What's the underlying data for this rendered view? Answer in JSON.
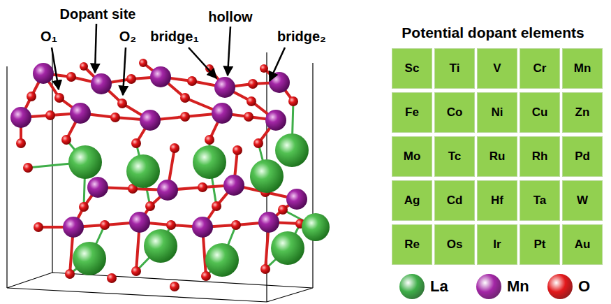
{
  "diagram": {
    "title": "Potential dopant elements",
    "nodes": [
      {
        "text": [
          "Sc"
        ]
      },
      {
        "text": [
          "Ti"
        ]
      },
      {
        "text": [
          "V"
        ]
      },
      {
        "text": [
          "Cr"
        ]
      },
      {
        "text": [
          "Mn"
        ]
      },
      {
        "text": [
          "Fe"
        ]
      },
      {
        "text": [
          "Co"
        ]
      },
      {
        "text": [
          "Ni"
        ]
      },
      {
        "text": [
          "Cu"
        ]
      },
      {
        "text": [
          "Zn"
        ]
      },
      {
        "text": [
          "Mo"
        ]
      },
      {
        "text": [
          "Tc"
        ]
      },
      {
        "text": [
          "Ru"
        ]
      },
      {
        "text": [
          "Rh"
        ]
      },
      {
        "text": [
          "Pd"
        ]
      },
      {
        "text": [
          "Ag"
        ]
      },
      {
        "text": [
          "Cd"
        ]
      },
      {
        "text": [
          "Hf"
        ]
      },
      {
        "text": [
          "Ta"
        ]
      },
      {
        "text": [
          "W"
        ]
      },
      {
        "text": [
          "Re"
        ]
      },
      {
        "text": [
          "Os"
        ]
      },
      {
        "text": [
          "Ir"
        ]
      },
      {
        "text": [
          "Pt"
        ]
      },
      {
        "text": [
          "Au"
        ]
      }
    ],
    "labels": [
      "Dopant site",
      "hollow",
      "O₁",
      "O₂",
      "bridge₁",
      "bridge₂"
    ],
    "legend": [
      {
        "text": "La",
        "color": "#3fae49"
      },
      {
        "text": "Mn",
        "color": "#a326a6"
      },
      {
        "text": "O",
        "color": "#e3181b"
      }
    ]
  }
}
